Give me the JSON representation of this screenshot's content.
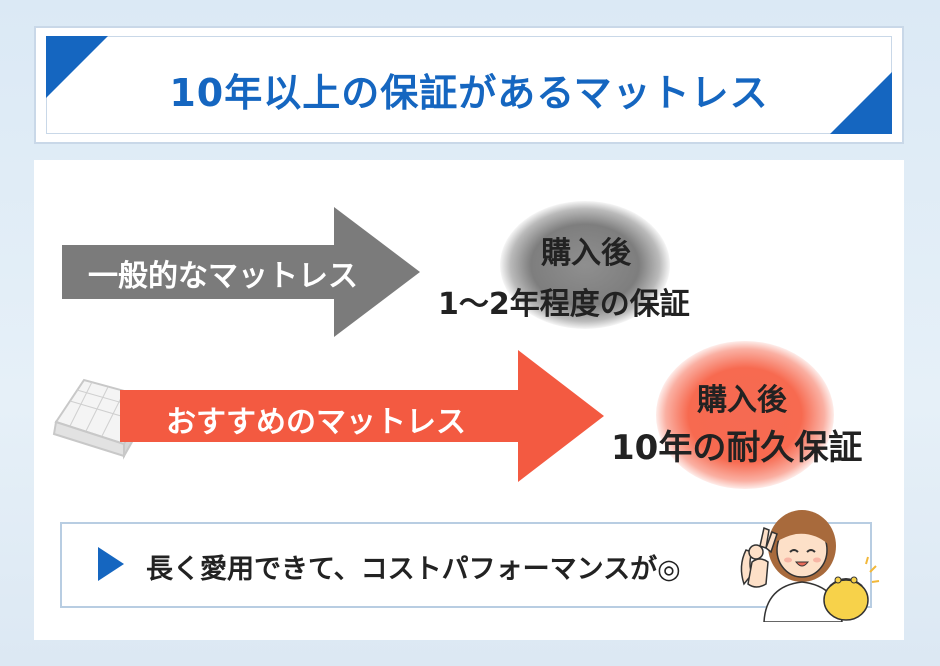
{
  "title": "10年以上の保証があるマットレス",
  "general": {
    "label": "一般的なマットレス",
    "result_line1": "購入後",
    "result_line2": "1～2年程度の保証"
  },
  "recommended": {
    "label": "おすすめのマットレス",
    "result_line1": "購入後",
    "result_line2": "10年の耐久保証"
  },
  "note": {
    "text": "長く愛用できて、コストパフォーマンスが◎"
  },
  "icons": {
    "mattress": "mattress-illustration",
    "person": "woman-ok-gesture-illustration",
    "play": "play-triangle-icon"
  },
  "colors": {
    "accent_blue": "#1566c0",
    "gray_arrow": "#7b7b7b",
    "red_arrow": "#f35a41"
  }
}
